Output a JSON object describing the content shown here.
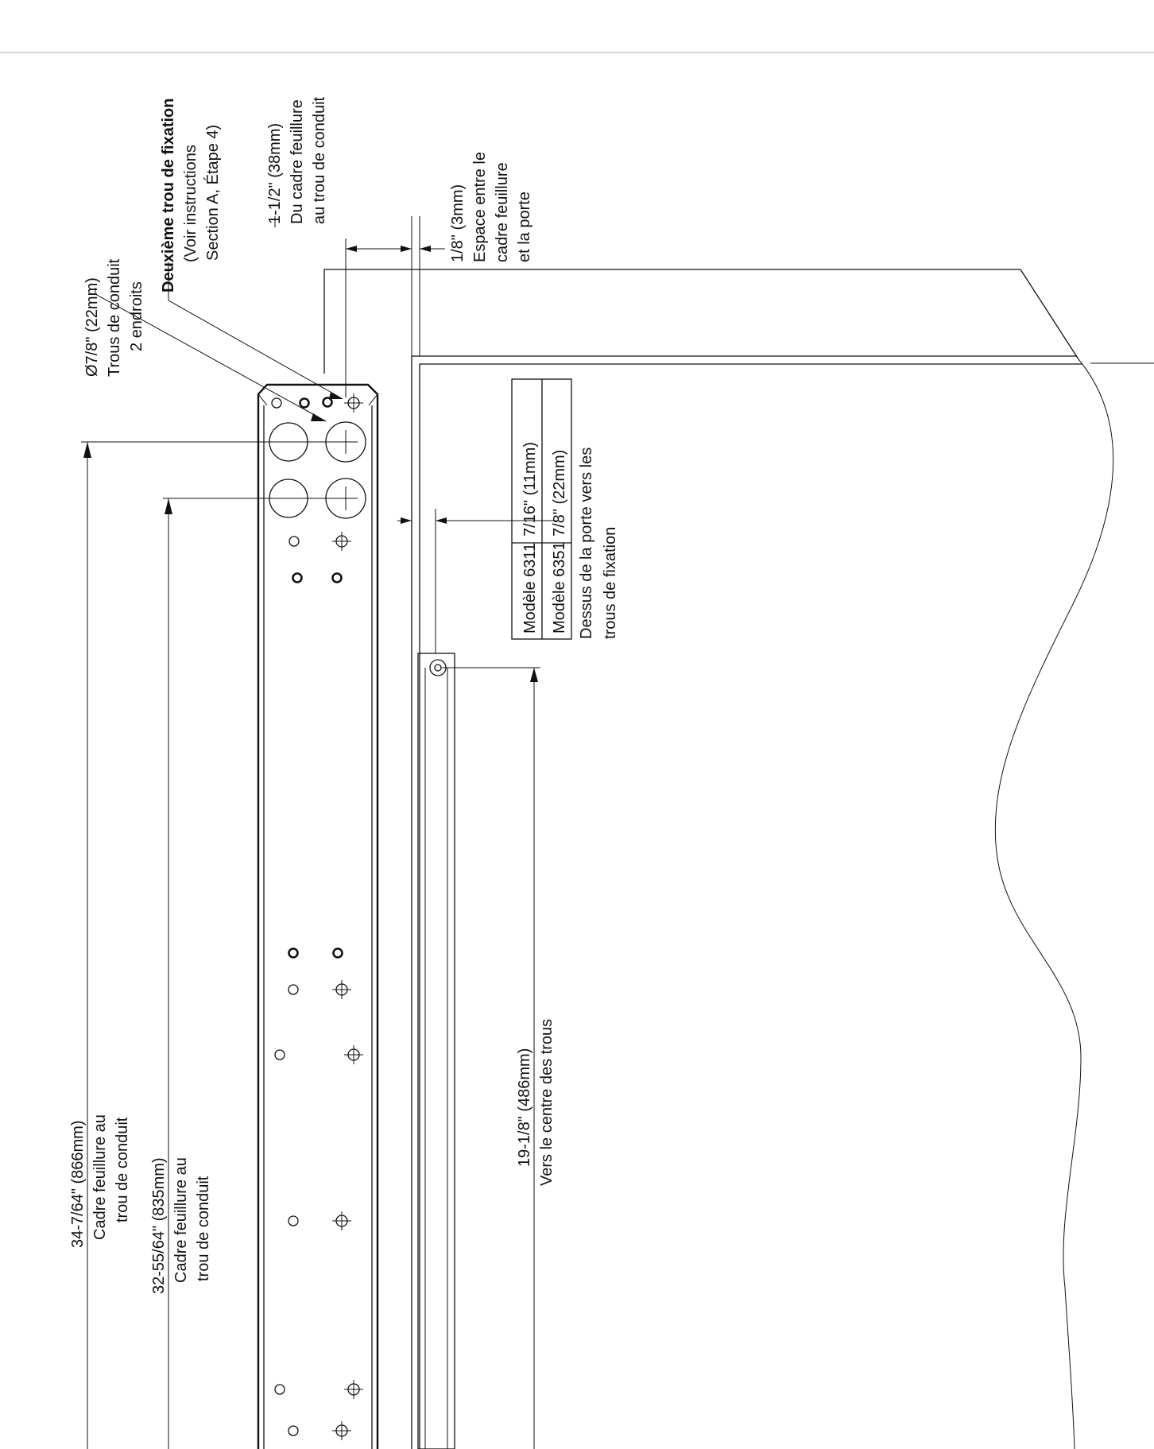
{
  "title": "",
  "labels": {
    "conduit_holes": {
      "l1": "Ø7/8\" (22mm)",
      "l2": "Trous de conduit",
      "l3": "2 endroits"
    },
    "second_hole": {
      "l1": "Deuxième trou de fixation",
      "l2": "(Voir instructions",
      "l3": "Section A, Étape 4)"
    },
    "frame_to_conduit_short": {
      "l1": "1-1/2\" (38mm)",
      "l2": "Du cadre feuillure",
      "l3": "au trou de conduit"
    },
    "gap": {
      "l1": "1/8\" (3mm)",
      "l2": "Espace entre le",
      "l3": "cadre feuillure",
      "l4": "et la porte"
    },
    "dim_866": {
      "l1": "34-7/64\" (866mm)",
      "l2": "Cadre feuillure au",
      "l3": "trou de conduit"
    },
    "dim_835": {
      "l1": "32-55/64\" (835mm)",
      "l2": "Cadre feuillure au",
      "l3": "trou de conduit"
    },
    "dim_486": {
      "l1": "19-1/8\" (486mm)",
      "l2": "Vers le centre des trous"
    },
    "door_top": {
      "l1": "Dessus de la porte vers les",
      "l2": "trous de fixation"
    }
  },
  "model_table": {
    "rows": [
      {
        "model": "Modèle 6311",
        "value": "7/16\" (11mm)"
      },
      {
        "model": "Modèle 6351",
        "value": "7/8\" (22mm)"
      }
    ]
  }
}
